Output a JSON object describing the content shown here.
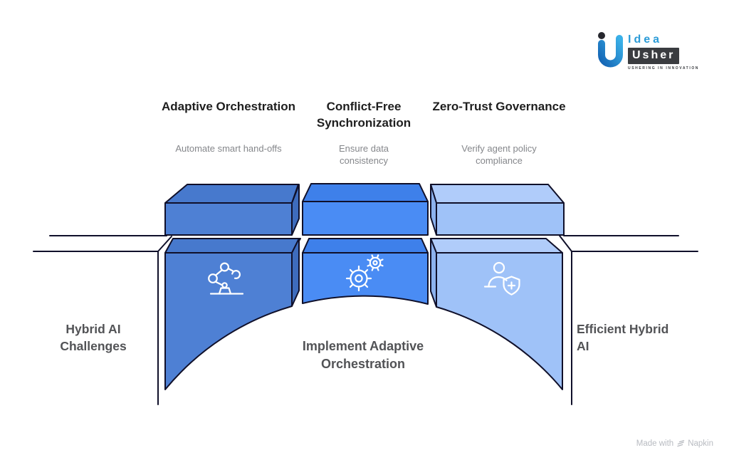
{
  "logo": {
    "name_top": "Idea",
    "name_bottom": "Usher",
    "tagline": "USHERING IN INNOVATION"
  },
  "pillars": [
    {
      "title": "Adaptive Orchestration",
      "subtitle": "Automate smart hand-offs",
      "icon": "robot-arm-icon",
      "color_front": "#4e80d4",
      "color_top": "#4779cd",
      "color_side": "#3e6cbd"
    },
    {
      "title": "Conflict-Free Synchronization",
      "subtitle": "Ensure data consistency",
      "icon": "gears-icon",
      "color_front": "#4a8cf4",
      "color_top": "#3e80ea",
      "color_side": "#3366cc"
    },
    {
      "title": "Zero-Trust Governance",
      "subtitle": "Verify agent policy compliance",
      "icon": "user-shield-icon",
      "color_front": "#9fc2f8",
      "color_top": "#b0ccfa",
      "color_side": "#8cb2ee"
    }
  ],
  "flow": {
    "left_label": "Hybrid AI Challenges",
    "center_label": "Implement Adaptive Orchestration",
    "right_label": "Efficient Hybrid AI"
  },
  "footer": {
    "made_with": "Made with",
    "brand": "Napkin"
  },
  "style": {
    "outline": "#10102a",
    "background": "#ffffff",
    "title_color": "#1e1e1e",
    "subtitle_color": "#85878b",
    "label_color": "#525356",
    "logo_blue": "#2b9bd7",
    "logo_dark": "#3a3c40"
  }
}
